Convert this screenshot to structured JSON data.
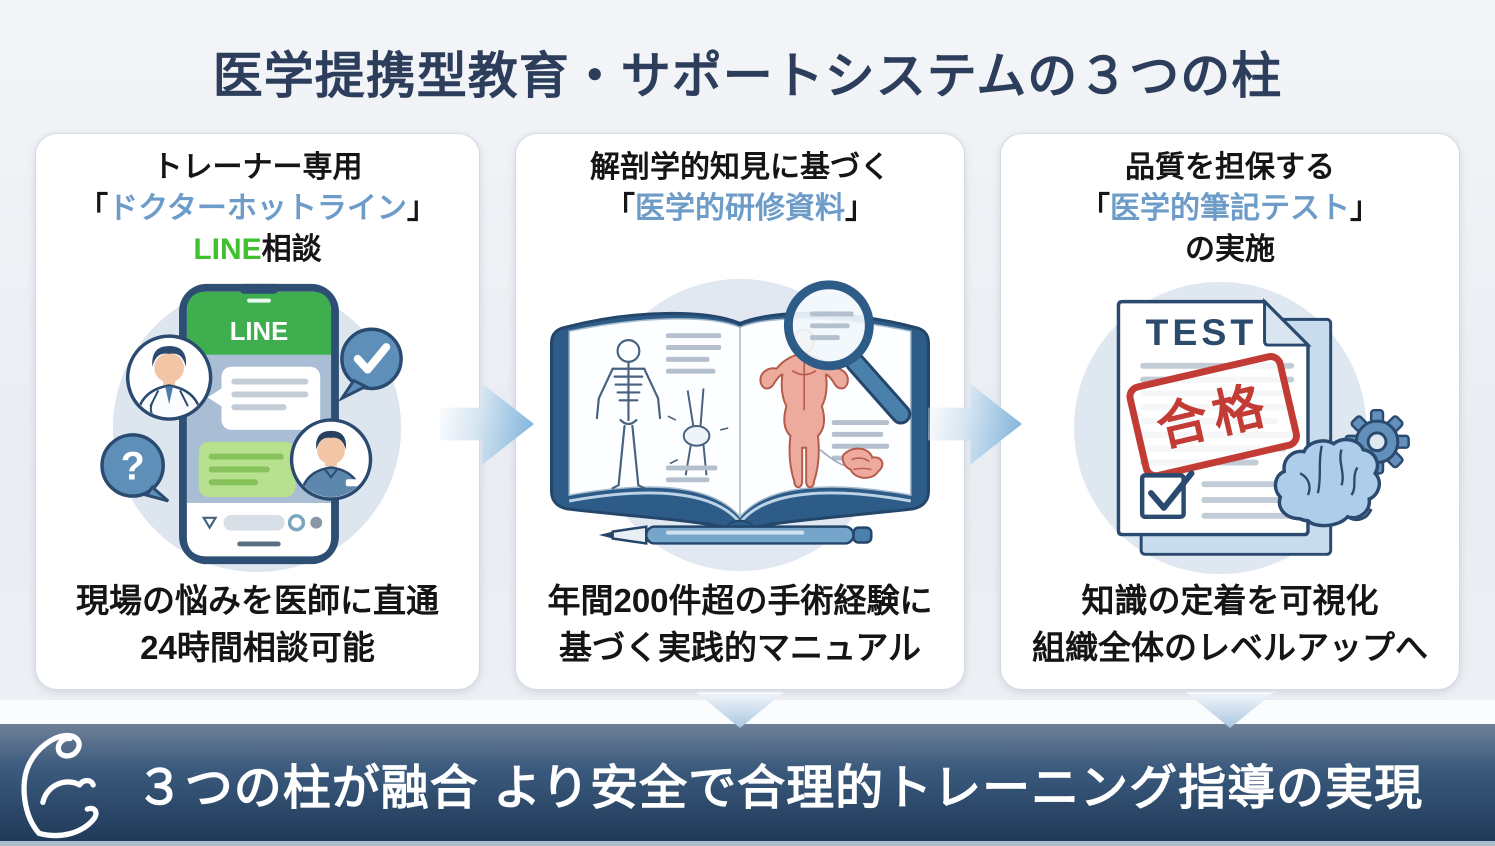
{
  "title": "医学提携型教育・サポートシステムの３つの柱",
  "cards": [
    {
      "heading": {
        "line1": "トレーナー専用",
        "open": "「",
        "highlight": "ドクターホットライン",
        "close": "」",
        "accent": "LINE",
        "accent_rest": "相談"
      },
      "phone": {
        "app_label": "LINE"
      },
      "footer": {
        "line1": "現場の悩みを医師に直通",
        "line2": "24時間相談可能"
      }
    },
    {
      "heading": {
        "line1": "解剖学的知見に基づく",
        "open": "「",
        "highlight": "医学的研修資料",
        "close": "」"
      },
      "footer": {
        "line1": "年間200件超の手術経験に",
        "line2": "基づく実践的マニュアル"
      }
    },
    {
      "heading": {
        "line1": "品質を担保する",
        "open": "「",
        "highlight": "医学的筆記テスト",
        "close": "」",
        "line3": "の実施"
      },
      "test": {
        "doc_label": "TEST",
        "stamp_label": "合格"
      },
      "footer": {
        "line1": "知識の定着を可視化",
        "line2": "組織全体のレベルアップへ"
      }
    }
  ],
  "banner": {
    "text": "３つの柱が融合 より安全で合理的トレーニング指導の実現"
  },
  "icons": {
    "question_mark": "?"
  },
  "colors": {
    "title_navy": "#2c3e5c",
    "highlight_blue": "#6d9cc9",
    "line_green": "#3fc130",
    "line_header_green": "#3fae4e",
    "stamp_red": "#c23b35",
    "banner_top": "#6e8097",
    "banner_bottom": "#203a59"
  }
}
